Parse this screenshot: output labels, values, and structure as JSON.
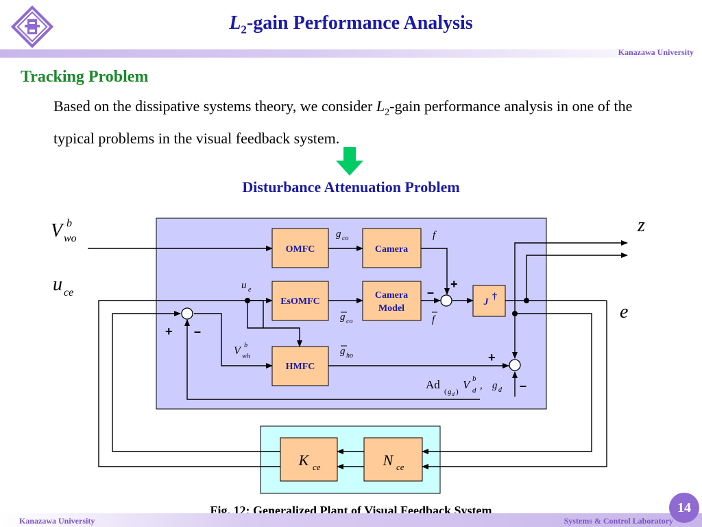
{
  "header": {
    "title_L": "L",
    "title_sub": "2",
    "title_rest": "-gain Performance Analysis",
    "university": "Kanazawa University"
  },
  "section": {
    "heading": "Tracking Problem",
    "para_part1": "Based on the dissipative systems theory, we consider ",
    "para_L": "L",
    "para_sub": "2",
    "para_part2": "-gain performance analysis in one of the typical problems in the visual feedback system."
  },
  "result_heading": "Disturbance Attenuation Problem",
  "diagram": {
    "blocks": {
      "omfc": "OMFC",
      "camera": "Camera",
      "esomfc": "EsOMFC",
      "camera_model_1": "Camera",
      "camera_model_2": "Model",
      "jdag": "J",
      "jdag_sup": "†",
      "hmfc": "HMFC",
      "kce": "K",
      "kce_sub": "ce",
      "nce": "N",
      "nce_sub": "ce"
    },
    "signals": {
      "vwo": "V",
      "vwo_sup": "b",
      "vwo_sub": "wo",
      "uce": "u",
      "uce_sub": "ce",
      "z": "z",
      "e": "e",
      "gco": "g",
      "gco_sub": "co",
      "f": "f",
      "ue": "u",
      "ue_sub": "e",
      "gco_bar": "g",
      "gco_bar_sub": "co",
      "f_bar": "f",
      "vwh": "V",
      "vwh_sup": "b",
      "vwh_sub": "wh",
      "gho_bar": "g",
      "gho_bar_sub": "ho",
      "ad": "Ad",
      "ad_gd": "g",
      "ad_gd_sub": "d",
      "vd": "V",
      "vd_sup": "b",
      "vd_sub": "d",
      "gd": "g",
      "gd_sub": "d"
    },
    "signs": {
      "plus": "+",
      "minus": "–"
    }
  },
  "caption": "Fig. 12: Generalized Plant of Visual Feedback System",
  "footer": {
    "university": "Kanazawa University",
    "lab": "Systems & Control Laboratory",
    "page": "14"
  },
  "colors": {
    "title": "#1a1aa8",
    "heading": "#1a8a2a",
    "plant_fill": "#ccccff",
    "controller_fill": "#ccffff",
    "block_fill": "#ffcc99",
    "arrow": "#00cc66",
    "accent": "#8f6ad3"
  }
}
